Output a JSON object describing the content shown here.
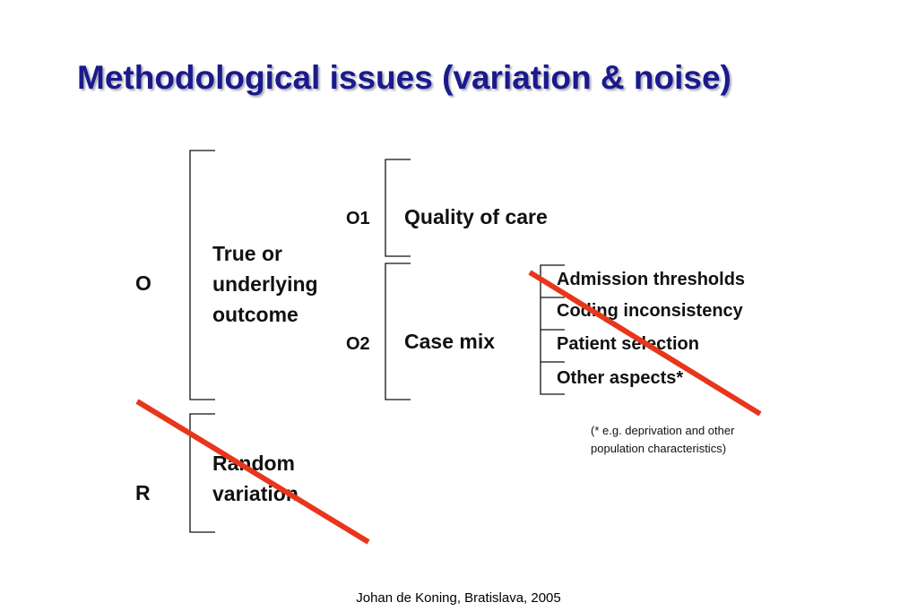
{
  "title": "Methodological issues (variation & noise)",
  "left_labels": {
    "o": "O",
    "r": "R"
  },
  "true_outcome": [
    "True or",
    "underlying",
    "outcome"
  ],
  "random_variation": [
    "Random",
    "variation"
  ],
  "sub_labels": {
    "o1": "O1",
    "o2": "O2"
  },
  "quality_of_care": "Quality of care",
  "case_mix": "Case mix",
  "case_mix_items": [
    "Admission thresholds",
    "Coding inconsistency",
    "Patient selection",
    "Other aspects*"
  ],
  "footnote": [
    "(* e.g. deprivation and other",
    "population characteristics)"
  ],
  "footer": "Johan de Koning, Bratislava, 2005",
  "colors": {
    "title": "#1a1a8c",
    "cross_out": "#e8361c"
  }
}
